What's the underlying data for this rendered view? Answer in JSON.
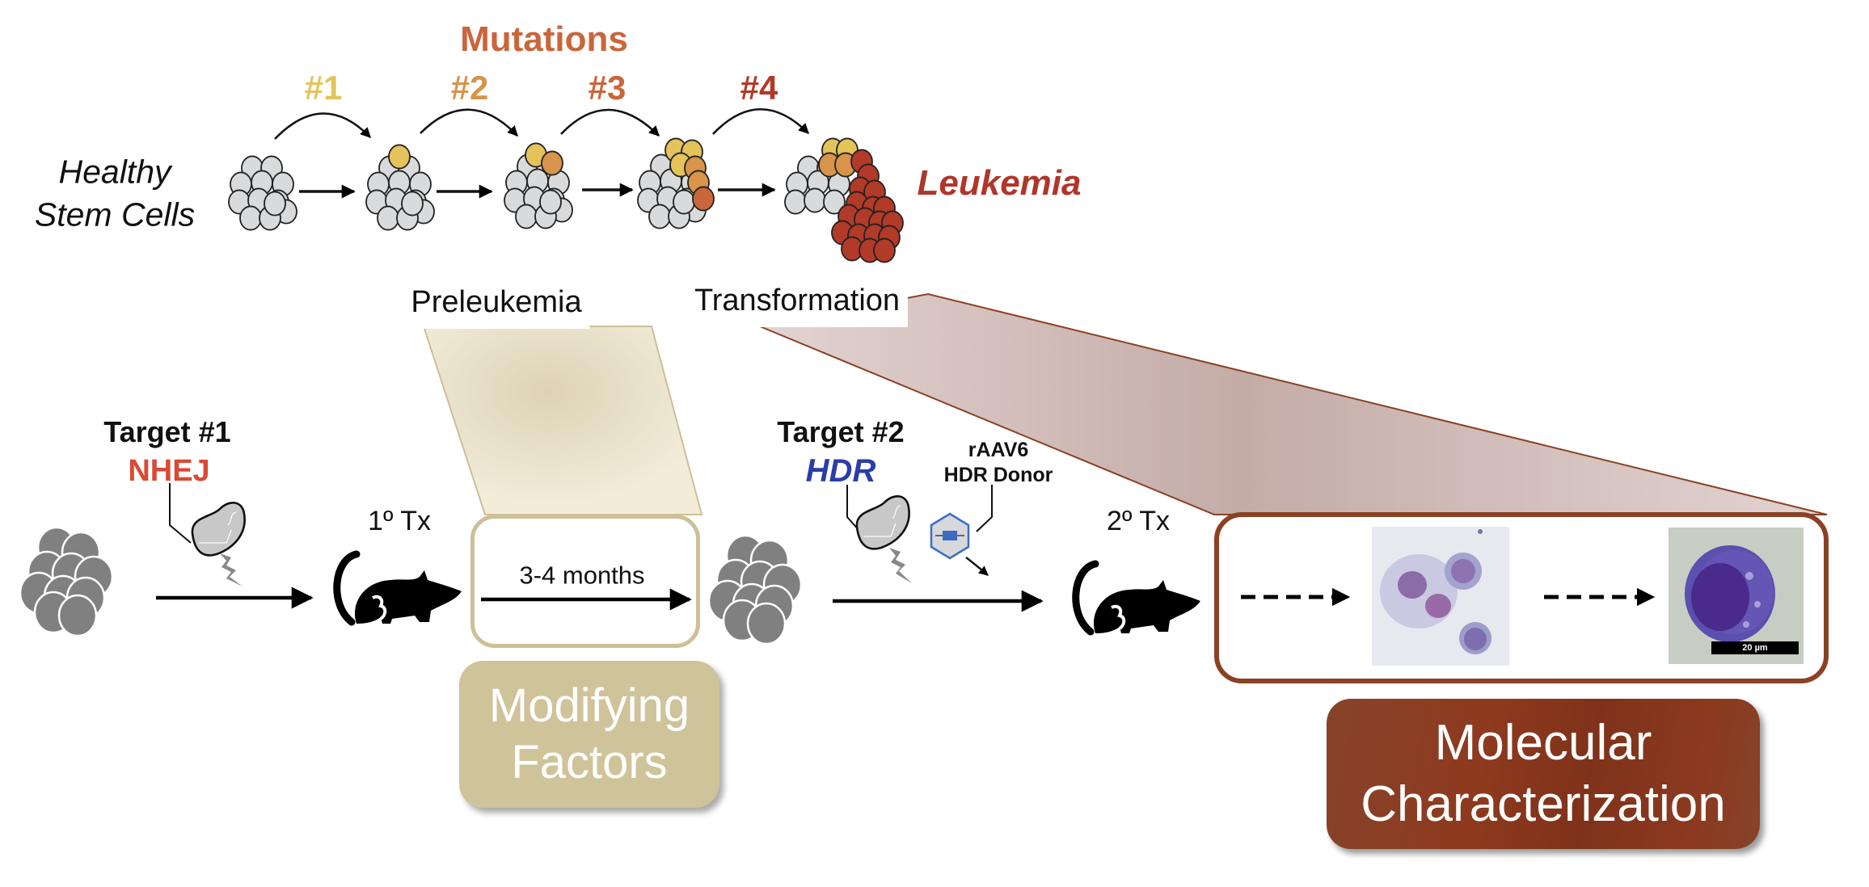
{
  "figure": {
    "top_panel": {
      "header": "Mutations",
      "mutation_labels": [
        {
          "label": "#1",
          "color": "#e3c35a"
        },
        {
          "label": "#2",
          "color": "#d7944a"
        },
        {
          "label": "#3",
          "color": "#c9663a"
        },
        {
          "label": "#4",
          "color": "#b23a28"
        }
      ],
      "start_label_line1": "Healthy",
      "start_label_line2": "Stem Cells",
      "end_label": "Leukemia",
      "phase_labels": {
        "preleukemia": "Preleukemia",
        "transformation": "Transformation"
      }
    },
    "workflow": {
      "step1": {
        "target": "Target #1",
        "repair": "NHEJ",
        "repair_color": "#d94a34"
      },
      "transplant1": "1º Tx",
      "duration": "3-4 months",
      "step2": {
        "target": "Target #2",
        "repair": "HDR",
        "repair_color": "#2b3da6",
        "donor_line1": "rAAV6",
        "donor_line2": "HDR Donor"
      },
      "transplant2": "2º Tx",
      "scale_bar": "20 µm"
    },
    "callouts": {
      "modifying_line1": "Modifying",
      "modifying_line2": "Factors",
      "modifying_color": "#cfc39a",
      "molecular_line1": "Molecular",
      "molecular_line2": "Characterization",
      "molecular_color": "#87361a"
    },
    "icons": {
      "cell_cluster": "cell-cluster-icon",
      "cas9": "cas9-protein-icon",
      "lightning": "lightning-cut-icon",
      "aav": "aav-capsid-icon",
      "mouse": "mouse-icon"
    }
  }
}
